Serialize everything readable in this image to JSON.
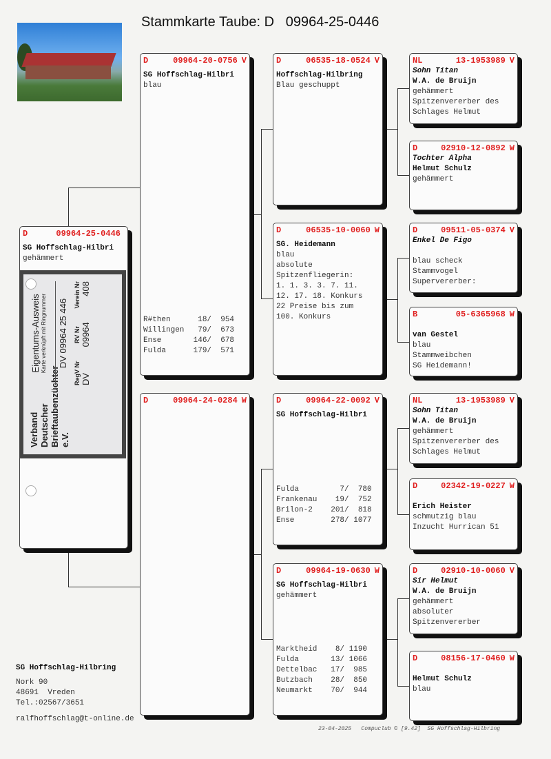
{
  "title": "Stammkarte Taube: D   09964-25-0446",
  "pigeons": [
    {
      "country": "D",
      "ring": "09964-25-0446",
      "sex": "",
      "lines": [
        [
          "SG Hoffschlag-Hilbri",
          "b"
        ],
        [
          "gehämmert",
          ""
        ]
      ],
      "results": []
    },
    {
      "country": "D",
      "ring": "09964-20-0756",
      "sex": "V",
      "lines": [
        [
          "SG Hoffschlag-Hilbri",
          "b"
        ],
        [
          "blau",
          ""
        ]
      ],
      "results": [
        "R#then      18/  954",
        "Willingen   79/  673",
        "Ense       146/  678",
        "Fulda      179/  571"
      ]
    },
    {
      "country": "D",
      "ring": "09964-24-0284",
      "sex": "W",
      "lines": [],
      "results": []
    },
    {
      "country": "D",
      "ring": "06535-18-0524",
      "sex": "V",
      "lines": [
        [
          "Hoffschlag-Hilbring",
          "b"
        ],
        [
          "Blau geschuppt",
          ""
        ]
      ],
      "results": []
    },
    {
      "country": "D",
      "ring": "06535-10-0060",
      "sex": "W",
      "lines": [
        [
          "SG. Heidemann",
          "b"
        ],
        [
          "blau",
          ""
        ],
        [
          "absolute",
          ""
        ],
        [
          "Spitzenfliegerin:",
          ""
        ],
        [
          "1. 1. 3. 3. 7. 11.",
          ""
        ],
        [
          "12. 17. 18. Konkurs",
          ""
        ],
        [
          "22 Preise bis zum",
          ""
        ],
        [
          "100. Konkurs",
          ""
        ]
      ],
      "results": []
    },
    {
      "country": "D",
      "ring": "09964-22-0092",
      "sex": "V",
      "lines": [
        [
          "SG Hoffschlag-Hilbri",
          "b"
        ]
      ],
      "results": [
        "Fulda         7/  780",
        "Frankenau    19/  752",
        "Brilon-2    201/  818",
        "Ense        278/ 1077"
      ]
    },
    {
      "country": "D",
      "ring": "09964-19-0630",
      "sex": "W",
      "lines": [
        [
          "SG Hoffschlag-Hilbri",
          "b"
        ],
        [
          "gehämmert",
          ""
        ]
      ],
      "results": [
        "Marktheid    8/ 1190",
        "Fulda       13/ 1066",
        "Dettelbac   17/  985",
        "Butzbach    28/  850",
        "Neumarkt    70/  944"
      ]
    },
    {
      "country": "NL",
      "ring": "13-1953989",
      "sex": "V",
      "lines": [
        [
          "Sohn Titan",
          "i"
        ],
        [
          "W.A. de Bruijn",
          "b"
        ],
        [
          "gehämmert",
          ""
        ],
        [
          "Spitzenvererber des",
          ""
        ],
        [
          "Schlages Helmut",
          ""
        ]
      ],
      "results": []
    },
    {
      "country": "D",
      "ring": "02910-12-0892",
      "sex": "W",
      "lines": [
        [
          "Tochter Alpha",
          "i"
        ],
        [
          "Helmut Schulz",
          "b"
        ],
        [
          "gehämmert",
          ""
        ]
      ],
      "results": []
    },
    {
      "country": "D",
      "ring": "09511-05-0374",
      "sex": "V",
      "lines": [
        [
          "Enkel De Figo",
          "i"
        ],
        [
          " ",
          ""
        ],
        [
          "blau scheck",
          ""
        ],
        [
          "Stammvogel",
          ""
        ],
        [
          "Supervererber:",
          ""
        ]
      ],
      "results": []
    },
    {
      "country": "B",
      "ring": "05-6365968",
      "sex": "W",
      "lines": [
        [
          " ",
          ""
        ],
        [
          "van Gestel",
          "b"
        ],
        [
          "blau",
          ""
        ],
        [
          "Stammweibchen",
          ""
        ],
        [
          "SG Heidemann!",
          ""
        ]
      ],
      "results": []
    },
    {
      "country": "NL",
      "ring": "13-1953989",
      "sex": "V",
      "lines": [
        [
          "Sohn Titan",
          "i"
        ],
        [
          "W.A. de Bruijn",
          "b"
        ],
        [
          "gehämmert",
          ""
        ],
        [
          "Spitzenvererber des",
          ""
        ],
        [
          "Schlages Helmut",
          ""
        ]
      ],
      "results": []
    },
    {
      "country": "D",
      "ring": "02342-19-0227",
      "sex": "W",
      "lines": [
        [
          " ",
          ""
        ],
        [
          "Erich Heister",
          "b"
        ],
        [
          "schmutzig blau",
          ""
        ],
        [
          "Inzucht Hurrican 51",
          ""
        ]
      ],
      "results": []
    },
    {
      "country": "D",
      "ring": "02910-10-0060",
      "sex": "V",
      "lines": [
        [
          "Sir Helmut",
          "i"
        ],
        [
          "W.A. de Bruijn",
          "b"
        ],
        [
          "gehämmert",
          ""
        ],
        [
          "absoluter",
          ""
        ],
        [
          "Spitzenvererber",
          ""
        ]
      ],
      "results": []
    },
    {
      "country": "D",
      "ring": "08156-17-0460",
      "sex": "W",
      "lines": [
        [
          " ",
          ""
        ],
        [
          "Helmut Schulz",
          "b"
        ],
        [
          "blau",
          ""
        ]
      ],
      "results": []
    }
  ],
  "card": {
    "org": "Verband Deutscher Brieftaubenzüchter e.V.",
    "title": "Eigentums-Ausweis",
    "subtitle": "Karte verknüpft mit Ringnummer",
    "ring": "DV 09964 25 446",
    "labels": [
      "RegV Nr",
      "RV Nr",
      "Verein Nr"
    ],
    "values": [
      "DV",
      "09964",
      "408"
    ]
  },
  "address": {
    "name": "SG Hoffschlag-Hilbring",
    "street": "Nork 90",
    "city": "48691  Vreden",
    "phone": "Tel.:02567/3651",
    "email": "ralfhoffschlag@t-online.de"
  },
  "footer": "23-04-2025   Compuclub © [9.42]  SG Hoffschlag-Hilbring"
}
